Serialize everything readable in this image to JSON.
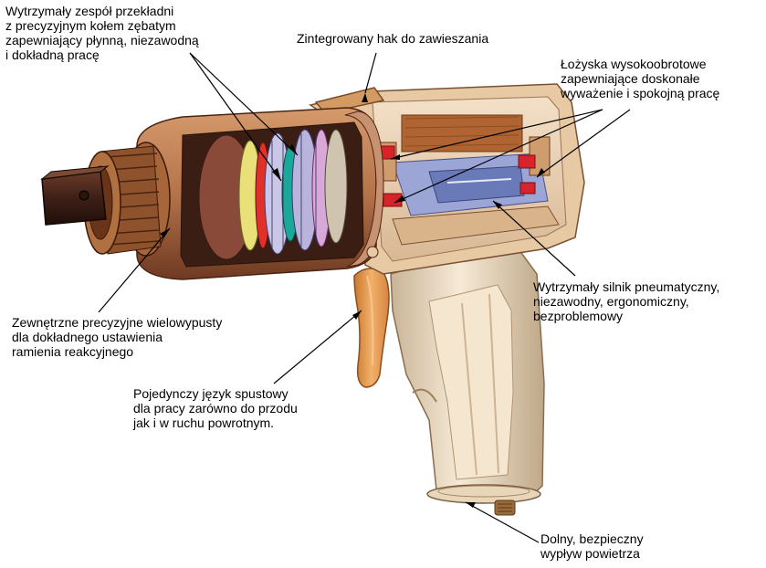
{
  "labels": {
    "gear_set": [
      "Wytrzymały zespół przekładni",
      "z precyzyjnym kołem zębatym",
      "zapewniający  płynną, niezawodną",
      "i dokładną pracę"
    ],
    "hook": [
      "Zintegrowany hak do zawieszania"
    ],
    "bearings": [
      "Łożyska wysokoobrotowe",
      "zapewniające doskonałe",
      "wyważenie i spokojną pracę"
    ],
    "motor": [
      "Wytrzymały silnik pneumatyczny,",
      "niezawodny, ergonomiczny,",
      "bezproblemowy"
    ],
    "splines": [
      "Zewnętrzne precyzyjne wielowypusty",
      "dla dokładnego ustawienia",
      "ramienia reakcyjnego"
    ],
    "trigger": [
      "Pojedynczy język spustowy",
      "dla pracy zarówno do przodu",
      "jak i w ruchu powrotnym."
    ],
    "exhaust": [
      "Dolny, bezpieczny",
      "wypływ powietrza"
    ]
  },
  "colors": {
    "housing": "#b5734a",
    "housing_dark": "#6e3a22",
    "handle": "#ead7b8",
    "trigger": "#e89a4c",
    "gear_yellow": "#e9e07a",
    "gear_red": "#e0302a",
    "gear_teal": "#1aa89a",
    "bearing_red": "#d8232a",
    "rotor_blue": "#6a7ab8"
  }
}
